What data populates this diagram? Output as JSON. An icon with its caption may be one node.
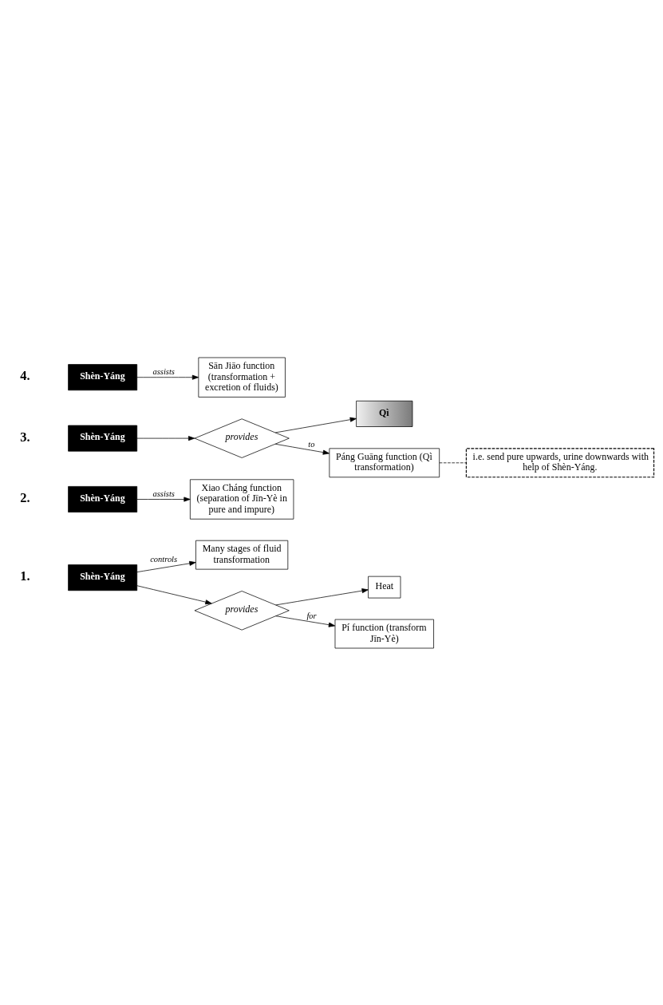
{
  "diagram": {
    "nodes": [
      {
        "text": [
          "Shèn-Yáng"
        ],
        "beside": [
          "1."
        ]
      },
      {
        "text": [
          "Many stages of fluid transformation"
        ]
      },
      {
        "text": [
          "provides"
        ]
      },
      {
        "text": [
          "Heat"
        ]
      },
      {
        "text": [
          "Pí function (transform Jīn-Yè)"
        ]
      },
      {
        "text": [
          "Shèn-Yáng"
        ],
        "beside": [
          "2."
        ]
      },
      {
        "text": [
          "Xiao Cháng function (separation of Jīn-Yè in pure and impure)"
        ]
      },
      {
        "text": [
          "Shèn-Yáng"
        ],
        "beside": [
          "3."
        ]
      },
      {
        "text": [
          "provides"
        ]
      },
      {
        "text": [
          "Qì"
        ]
      },
      {
        "text": [
          "Páng Guāng function (Qì transformation)"
        ]
      },
      {
        "text": [
          "i.e. send pure upwards, urine downwards with help of Shèn-Yáng."
        ]
      },
      {
        "text": [
          "Shèn-Yáng"
        ],
        "beside": [
          "4."
        ]
      },
      {
        "text": [
          "Sān Jiāo function (transformation + excretion of fluids)"
        ]
      }
    ],
    "edges": [
      {
        "from": 0,
        "to": 1,
        "arrow": "to",
        "label": "controls"
      },
      {
        "from": 0,
        "to": 2,
        "arrow": "to"
      },
      {
        "from": 2,
        "to": 3,
        "arrow": "to"
      },
      {
        "from": 2,
        "to": 4,
        "arrow": "to",
        "label": "for"
      },
      {
        "from": 5,
        "to": 6,
        "arrow": "to",
        "label": "assists"
      },
      {
        "from": 7,
        "to": 8,
        "arrow": "to"
      },
      {
        "from": 8,
        "to": 9,
        "arrow": "to"
      },
      {
        "from": 8,
        "to": 10,
        "arrow": "to",
        "label": "to"
      },
      {
        "from": 10,
        "to": 11,
        "arrow": "none",
        "style": "dashed"
      },
      {
        "from": 12,
        "to": 13,
        "arrow": "to",
        "label": "assists"
      }
    ]
  }
}
